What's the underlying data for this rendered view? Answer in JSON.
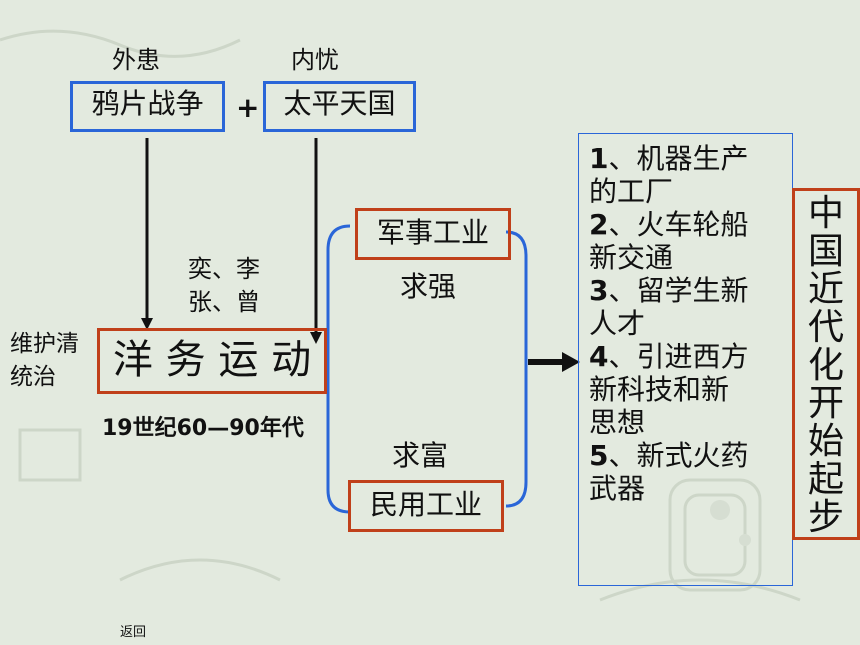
{
  "top_labels": {
    "outer": "外患",
    "inner": "内忧"
  },
  "boxes": {
    "opium_war": "鸦片战争",
    "plus": "+",
    "taiping": "太平天国",
    "movement": "洋 务 运 动",
    "military": "军事工业",
    "civil": "民用工业",
    "vertical": [
      "中",
      "国",
      "近",
      "代",
      "化",
      "开",
      "始",
      "起",
      "步"
    ]
  },
  "leaders": {
    "line1": "奕、李",
    "line2": "张、曾"
  },
  "purpose": {
    "line1": "维护清",
    "line2": "统治"
  },
  "period": "19世纪60—90年代",
  "goals": {
    "strong": "求强",
    "rich": "求富"
  },
  "outcomes": [
    {
      "num": "1",
      "lines": [
        "、机器生产",
        "的工厂"
      ]
    },
    {
      "num": "2",
      "lines": [
        "、火车轮船",
        "新交通"
      ]
    },
    {
      "num": "3",
      "lines": [
        "、留学生新",
        "人才"
      ]
    },
    {
      "num": "4",
      "lines": [
        "、引进西方",
        "新科技和新",
        "思想"
      ]
    },
    {
      "num": "5",
      "lines": [
        "、新式火药",
        "武器"
      ]
    }
  ],
  "footer": {
    "back_link": "返回"
  },
  "colors": {
    "blue_border": "#2a66d8",
    "red_border": "#c0401a",
    "background": "#e3eadf"
  }
}
